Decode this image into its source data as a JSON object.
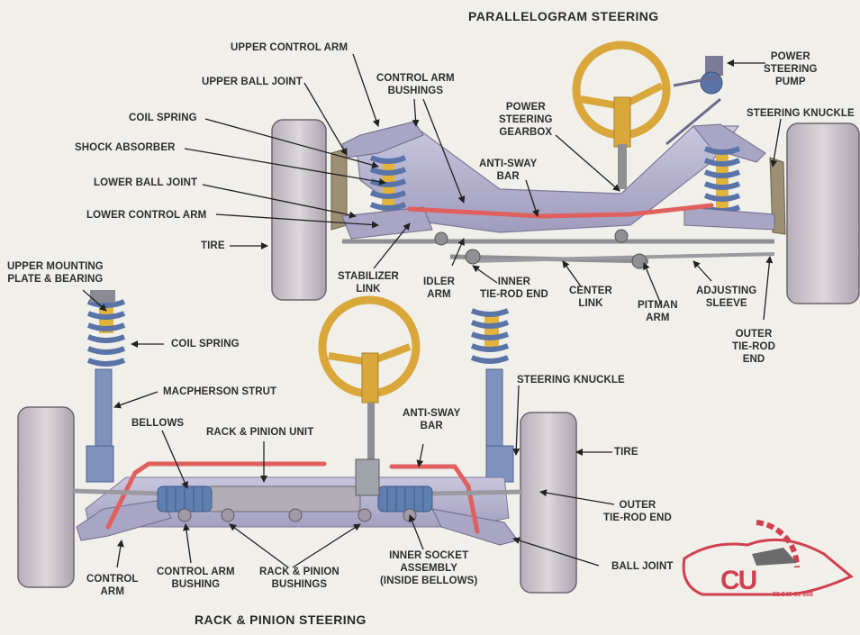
{
  "titles": {
    "parallelogram": "PARALLELOGRAM STEERING",
    "rack_pinion": "RACK & PINION STEERING"
  },
  "parallelogram_labels": {
    "upper_control_arm": "UPPER CONTROL ARM",
    "upper_ball_joint": "UPPER BALL JOINT",
    "control_arm_bushings": "CONTROL ARM\nBUSHINGS",
    "coil_spring": "COIL SPRING",
    "shock_absorber": "SHOCK ABSORBER",
    "lower_ball_joint": "LOWER BALL JOINT",
    "lower_control_arm": "LOWER CONTROL ARM",
    "tire": "TIRE",
    "stabilizer_link": "STABILIZER\nLINK",
    "idler_arm": "IDLER\nARM",
    "inner_tie_rod_end": "INNER\nTIE-ROD END",
    "center_link": "CENTER\nLINK",
    "pitman_arm": "PITMAN\nARM",
    "adjusting_sleeve": "ADJUSTING\nSLEEVE",
    "outer_tie_rod_end": "OUTER\nTIE-ROD\nEND",
    "power_steering_gearbox": "POWER\nSTEERING\nGEARBOX",
    "anti_sway_bar": "ANTI-SWAY\nBAR",
    "power_steering_pump": "POWER\nSTEERING\nPUMP",
    "steering_knuckle": "STEERING KNUCKLE"
  },
  "rack_labels": {
    "upper_mounting_plate": "UPPER MOUNTING\nPLATE & BEARING",
    "coil_spring": "COIL SPRING",
    "macpherson_strut": "MACPHERSON STRUT",
    "bellows": "BELLOWS",
    "rack_pinion_unit": "RACK & PINION UNIT",
    "anti_sway_bar": "ANTI-SWAY\nBAR",
    "steering_knuckle": "STEERING KNUCKLE",
    "tire": "TIRE",
    "outer_tie_rod_end": "OUTER\nTIE-ROD END",
    "ball_joint": "BALL JOINT",
    "control_arm": "CONTROL\nARM",
    "control_arm_bushing": "CONTROL ARM\nBUSHING",
    "rack_pinion_bushings": "RACK & PINION\nBUSHINGS",
    "inner_socket_assembly": "INNER SOCKET\nASSEMBLY\n(INSIDE BELLOWS)"
  },
  "watermark": {
    "letters": "CU",
    "phone": "08 345 66 888"
  },
  "colors": {
    "background": "#f1efe9",
    "frame": "#b6b3cf",
    "frame_dark": "#8c89a8",
    "tire": "#c9c1cc",
    "spring": "#5a74a8",
    "shock": "#e3b43c",
    "steering_wheel": "#d9a73a",
    "sway_bar": "#e0605e",
    "bellows": "#5f7fb0",
    "logo": "#d0404e"
  }
}
